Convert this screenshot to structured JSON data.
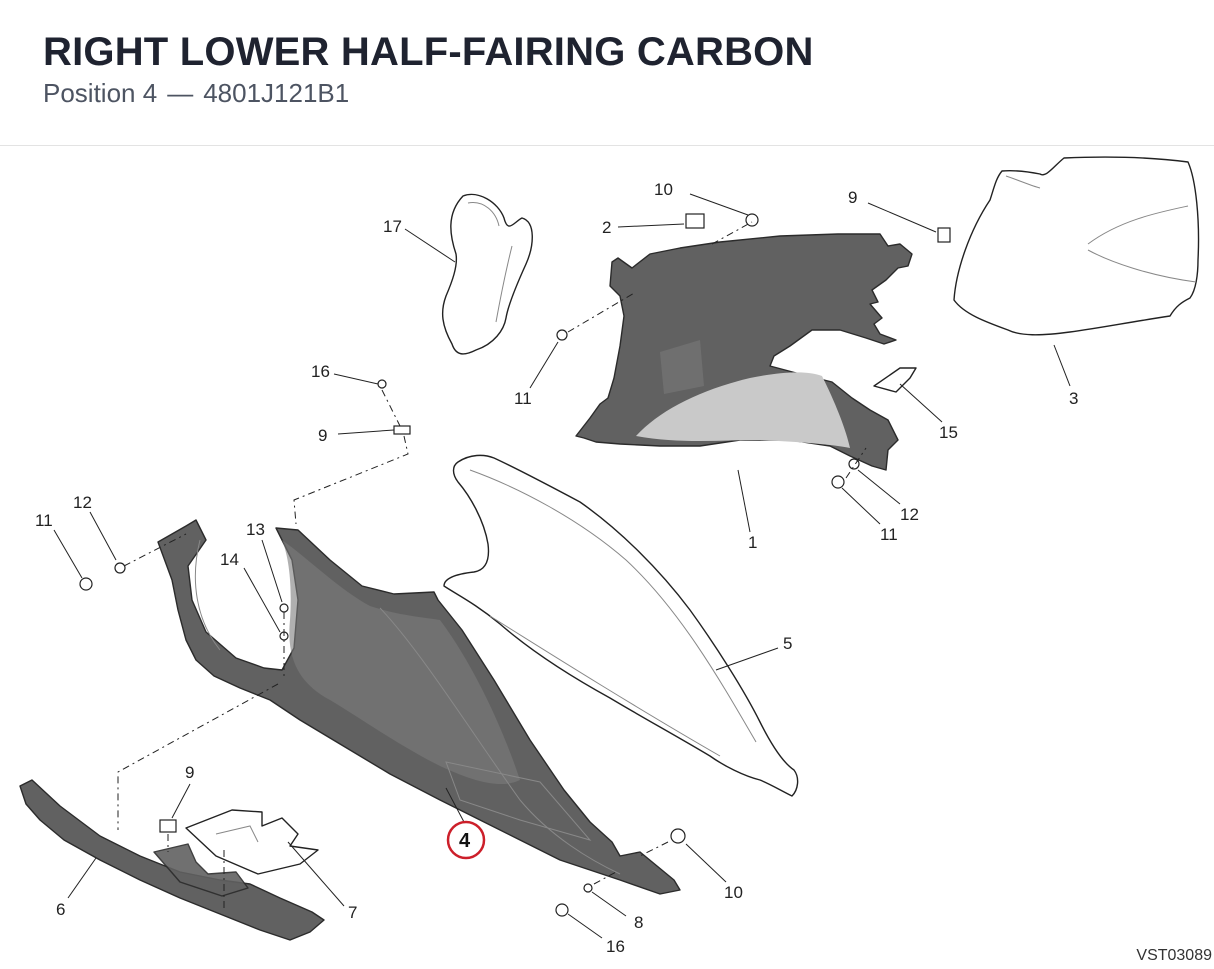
{
  "header": {
    "title": "RIGHT LOWER HALF-FAIRING CARBON",
    "position_label": "Position 4",
    "separator": "—",
    "part_number": "4801J121B1"
  },
  "reference_code": "VST03089",
  "highlight_color": "#cc1f2a",
  "callouts": {
    "c17": "17",
    "c10a": "10",
    "c2": "2",
    "c9a": "9",
    "c3": "3",
    "c11a": "11",
    "c16a": "16",
    "c9b": "9",
    "c15": "15",
    "c1": "1",
    "c12a": "12",
    "c11b": "11",
    "c12b": "12",
    "c11c": "11",
    "c13": "13",
    "c14": "14",
    "c5": "5",
    "c9c": "9",
    "c4": "4",
    "c10b": "10",
    "c6": "6",
    "c7": "7",
    "c8": "8",
    "c16b": "16"
  }
}
